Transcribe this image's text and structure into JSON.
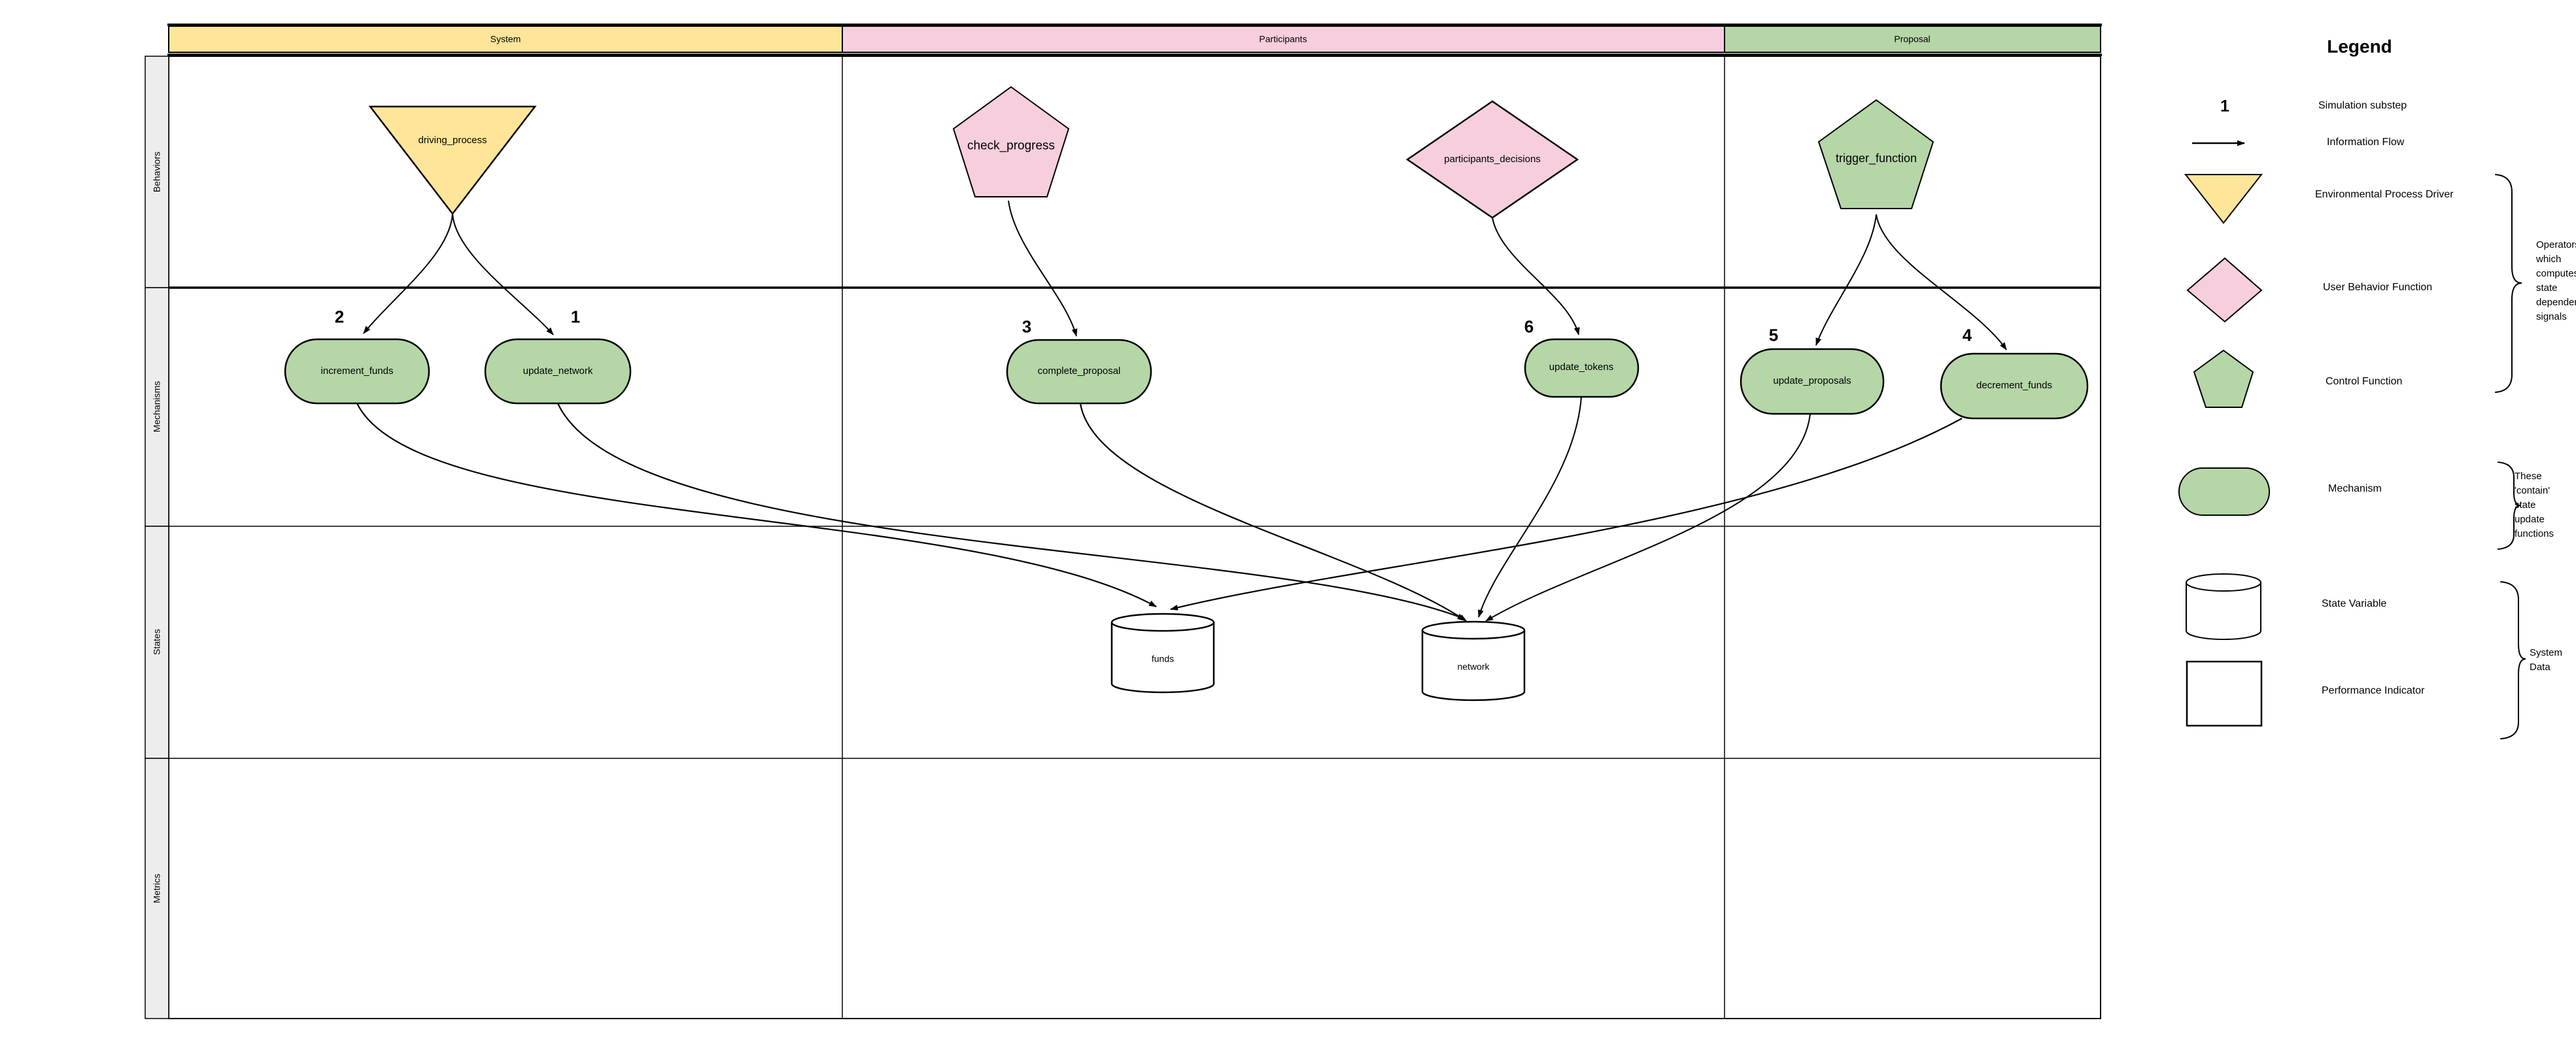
{
  "diagram": {
    "lanes": [
      {
        "label": "System",
        "color": "#FFE599"
      },
      {
        "label": "Participants",
        "color": "#F7CEDD"
      },
      {
        "label": "Proposal",
        "color": "#B5D6A7"
      }
    ],
    "rows": [
      {
        "label": "Behaviors"
      },
      {
        "label": "Mechanisms"
      },
      {
        "label": "States"
      },
      {
        "label": "Metrics"
      }
    ],
    "behaviors": [
      {
        "label": "driving_process",
        "shape": "triangle-down",
        "lane": "System",
        "color": "#FFE599"
      },
      {
        "label": "check_progress",
        "shape": "pentagon",
        "lane": "Participants",
        "color": "#F7CEDD"
      },
      {
        "label": "participants_decisions",
        "shape": "diamond",
        "lane": "Participants",
        "color": "#F7CEDD"
      },
      {
        "label": "trigger_function",
        "shape": "pentagon",
        "lane": "Proposal",
        "color": "#B5D6A7"
      }
    ],
    "mechanisms": [
      {
        "label": "increment_funds",
        "substep": "2"
      },
      {
        "label": "update_network",
        "substep": "1"
      },
      {
        "label": "complete_proposal",
        "substep": "3"
      },
      {
        "label": "update_tokens",
        "substep": "6"
      },
      {
        "label": "update_proposals",
        "substep": "5"
      },
      {
        "label": "decrement_funds",
        "substep": "4"
      }
    ],
    "states": [
      {
        "label": "funds"
      },
      {
        "label": "network"
      }
    ],
    "edges": [
      {
        "from": "driving_process",
        "to": "increment_funds"
      },
      {
        "from": "driving_process",
        "to": "update_network"
      },
      {
        "from": "check_progress",
        "to": "complete_proposal"
      },
      {
        "from": "participants_decisions",
        "to": "update_tokens"
      },
      {
        "from": "trigger_function",
        "to": "update_proposals"
      },
      {
        "from": "trigger_function",
        "to": "decrement_funds"
      },
      {
        "from": "increment_funds",
        "to": "funds"
      },
      {
        "from": "decrement_funds",
        "to": "funds"
      },
      {
        "from": "update_network",
        "to": "network"
      },
      {
        "from": "complete_proposal",
        "to": "network"
      },
      {
        "from": "update_tokens",
        "to": "network"
      },
      {
        "from": "update_proposals",
        "to": "network"
      }
    ]
  },
  "legend": {
    "title": "Legend",
    "items": [
      {
        "symbol": "number",
        "symbol_text": "1",
        "label": "Simulation substep"
      },
      {
        "symbol": "arrow",
        "label": "Information Flow"
      },
      {
        "symbol": "triangle-down",
        "color": "#FFE599",
        "label": "Environmental Process Driver"
      },
      {
        "symbol": "diamond",
        "color": "#F7CEDD",
        "label": "User Behavior Function"
      },
      {
        "symbol": "pentagon",
        "color": "#B5D6A7",
        "label": "Control Function"
      },
      {
        "symbol": "stadium",
        "color": "#B5D6A7",
        "label": "Mechanism"
      },
      {
        "symbol": "cylinder",
        "color": "#FFFFFF",
        "label": "State Variable"
      },
      {
        "symbol": "square",
        "color": "#FFFFFF",
        "label": "Performance Indicator"
      }
    ],
    "annotations": [
      {
        "lines": [
          "Operators",
          "which",
          "computes",
          "state",
          "dependent",
          "signals"
        ]
      },
      {
        "lines": [
          "These",
          "'contain'",
          "state",
          "update",
          "functions"
        ]
      },
      {
        "lines": [
          "System",
          "Data"
        ]
      }
    ]
  }
}
